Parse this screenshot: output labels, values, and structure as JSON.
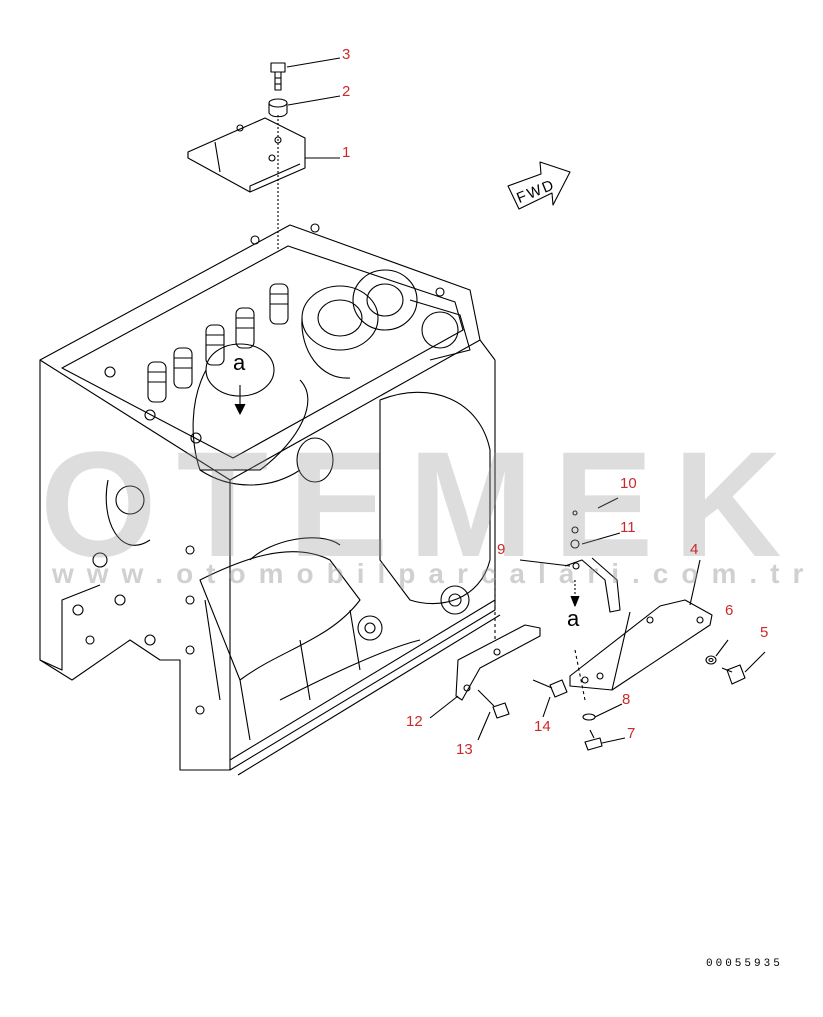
{
  "colors": {
    "callout": "#cc2a2a",
    "line": "#000000",
    "watermark": "#969696"
  },
  "watermark": {
    "brand": "OTEMEK",
    "site": "www.otomobilparcalari.com.tr"
  },
  "document_number": "00055935",
  "direction_label": "FWD",
  "reference_mark": "a",
  "callouts": [
    {
      "id": "c1",
      "label": "1"
    },
    {
      "id": "c2",
      "label": "2"
    },
    {
      "id": "c3",
      "label": "3"
    },
    {
      "id": "c4",
      "label": "4"
    },
    {
      "id": "c5",
      "label": "5"
    },
    {
      "id": "c6",
      "label": "6"
    },
    {
      "id": "c7",
      "label": "7"
    },
    {
      "id": "c8",
      "label": "8"
    },
    {
      "id": "c9",
      "label": "9"
    },
    {
      "id": "c10",
      "label": "10"
    },
    {
      "id": "c11",
      "label": "11"
    },
    {
      "id": "c12",
      "label": "12"
    },
    {
      "id": "c13",
      "label": "13"
    },
    {
      "id": "c14",
      "label": "14"
    }
  ]
}
